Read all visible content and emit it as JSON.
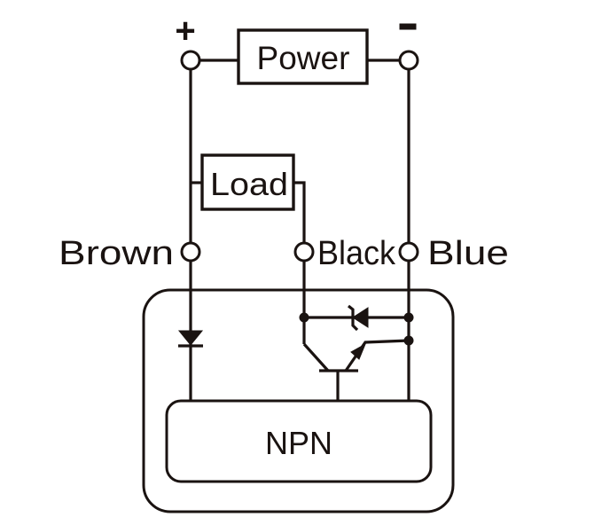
{
  "diagram": {
    "type": "NPN proximity sensor wiring diagram",
    "power": {
      "label": "Power",
      "positive_symbol": "+",
      "negative_symbol": "-"
    },
    "load": {
      "label": "Load"
    },
    "terminals": {
      "brown": "Brown",
      "black": "Black",
      "blue": "Blue"
    },
    "sensor": {
      "output_type": "NPN",
      "components": [
        "protection-diode",
        "zener-diode",
        "npn-transistor"
      ]
    },
    "colors": {
      "line": "#1a1311",
      "background": "#ffffff"
    }
  }
}
